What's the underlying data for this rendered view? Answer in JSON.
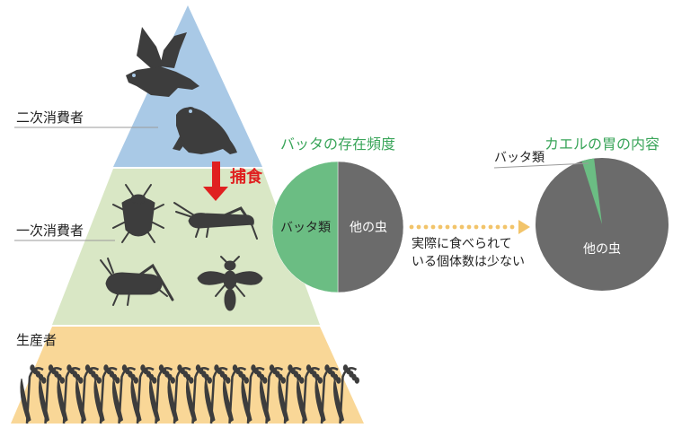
{
  "pyramid": {
    "levels": [
      {
        "label": "二次消費者",
        "color": "#a9c9e6"
      },
      {
        "label": "一次消費者",
        "color": "#d9e7c5"
      },
      {
        "label": "生産者",
        "color": "#f9d797"
      }
    ],
    "predation_label": "捕食",
    "predation_color": "#e02020",
    "icons": [
      "bird-icon",
      "frog-icon",
      "stink-bug-icon",
      "grasshopper-icon",
      "cricket-icon",
      "fly-icon",
      "rice-plant-icon"
    ]
  },
  "pie_left": {
    "title": "バッタの存在頻度",
    "title_color": "#3aa55a",
    "slice_labels": [
      "バッタ類",
      "他の虫"
    ]
  },
  "arrow_note": {
    "line1": "実際に食べられて",
    "line2": "いる個体数は少ない",
    "color": "#f2c46a"
  },
  "pie_right": {
    "title": "カエルの胃の内容",
    "title_color": "#3aa55a",
    "callout_label": "バッタ類",
    "main_label": "他の虫"
  },
  "chart_data": [
    {
      "type": "pie",
      "title": "バッタの存在頻度",
      "categories": [
        "バッタ類",
        "他の虫"
      ],
      "values": [
        50,
        50
      ],
      "colors": [
        "#6bbd83",
        "#6b6b6b"
      ]
    },
    {
      "type": "pie",
      "title": "カエルの胃の内容",
      "categories": [
        "バッタ類",
        "他の虫"
      ],
      "values": [
        3,
        97
      ],
      "colors": [
        "#6bbd83",
        "#6b6b6b"
      ]
    }
  ]
}
